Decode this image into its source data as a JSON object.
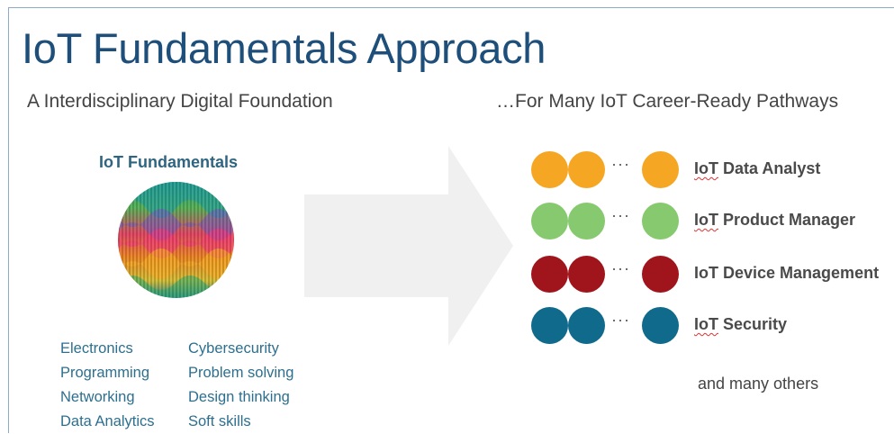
{
  "title": "IoT Fundamentals Approach",
  "left_subtitle": "A Interdisciplinary Digital Foundation",
  "right_subtitle": "…For Many IoT Career-Ready Pathways",
  "fundamentals": {
    "heading": "IoT Fundamentals",
    "skills_col1": [
      "Electronics",
      "Programming",
      "Networking",
      "Data Analytics"
    ],
    "skills_col2": [
      "Cybersecurity",
      "Problem solving",
      "Design thinking",
      "Soft skills"
    ]
  },
  "pathways": [
    {
      "prefix": "IoT",
      "rest": " Data Analyst",
      "color": "#f5a623",
      "ellipsis": "···"
    },
    {
      "prefix": "IoT",
      "rest": " Product Manager",
      "color": "#86c96e",
      "ellipsis": "···"
    },
    {
      "prefix": "IoT",
      "rest": " Device Management",
      "color": "#a0141c",
      "ellipsis": "···"
    },
    {
      "prefix": "IoT",
      "rest": " Security",
      "color": "#0f6a8c",
      "ellipsis": "···"
    }
  ],
  "others_text": "and many others",
  "colors": {
    "title": "#1d4f7a",
    "skills": "#2d6f8f",
    "arrow": "#f0f0f0"
  }
}
